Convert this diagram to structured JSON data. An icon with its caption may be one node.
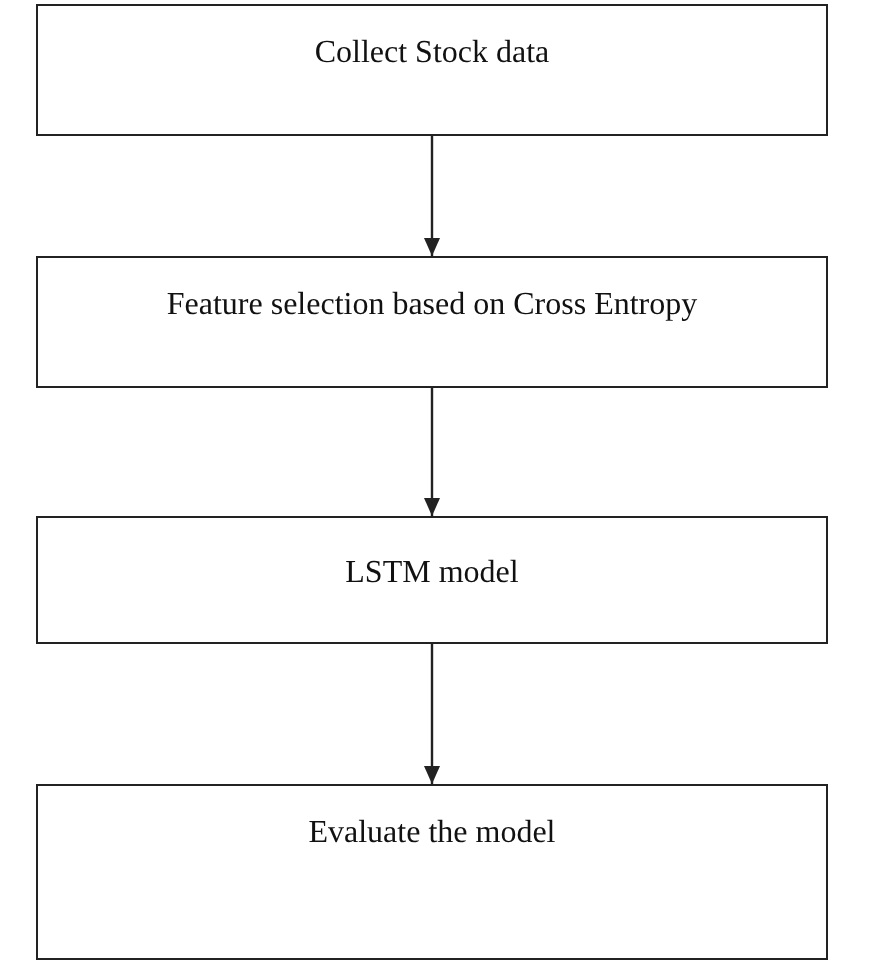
{
  "diagram": {
    "nodes": [
      {
        "text": [
          "Collect Stock data"
        ]
      },
      {
        "text": [
          "Feature selection based on Cross Entropy"
        ]
      },
      {
        "text": [
          "LSTM model"
        ]
      },
      {
        "text": [
          "Evaluate the model"
        ]
      }
    ],
    "edges": [
      {
        "from": 0,
        "to": 1,
        "arrow": "to"
      },
      {
        "from": 1,
        "to": 2,
        "arrow": "to"
      },
      {
        "from": 2,
        "to": 3,
        "arrow": "to"
      }
    ]
  }
}
